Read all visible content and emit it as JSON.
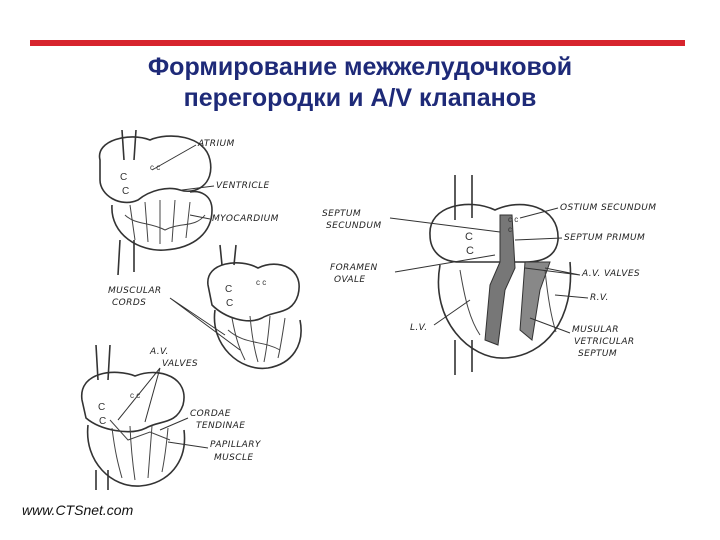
{
  "slide": {
    "title_line1": "Формирование межжелудочковой",
    "title_line2": "перегородки и A/V клапанов",
    "footer": "www.CTSnet.com",
    "accent_color": "#d7242d",
    "title_color": "#1e2a78"
  },
  "diagram": {
    "labels": {
      "atrium": "ATRIUM",
      "ventricle": "VENTRICLE",
      "myocardium": "MYOCARDIUM",
      "muscular_cords_1": "MUSCULAR",
      "muscular_cords_2": "CORDS",
      "av_valves_left_1": "A.V.",
      "av_valves_left_2": "VALVES",
      "chordae_1": "CORDAE",
      "chordae_2": "TENDINAE",
      "papillary_1": "PAPILLARY",
      "papillary_2": "MUSCLE",
      "septum_secundum_1": "SEPTUM",
      "septum_secundum_2": "SECUNDUM",
      "foramen_ovale_1": "FORAMEN",
      "foramen_ovale_2": "OVALE",
      "lv": "L.V.",
      "ostium_secundum": "OSTIUM SECUNDUM",
      "septum_primum": "SEPTUM PRIMUM",
      "av_valves_right": "A.V. VALVES",
      "rv": "R.V.",
      "muscular_septum_1": "MUSULAR",
      "muscular_septum_2": "VETRICULAR",
      "muscular_septum_3": "SEPTUM"
    }
  }
}
